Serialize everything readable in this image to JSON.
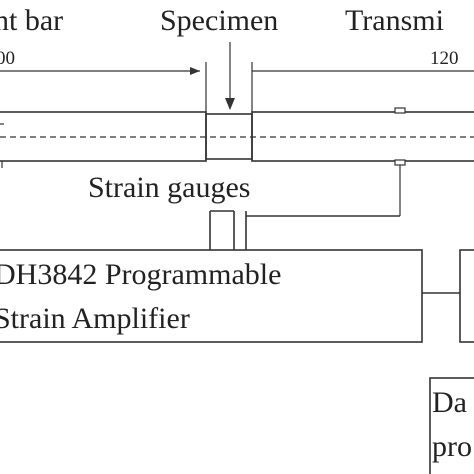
{
  "labels": {
    "incident_bar": "nt bar",
    "specimen": "Specimen",
    "transmitted_bar": "Transmi",
    "dim_left": "00",
    "dim_right": "120",
    "strain_gauges": "Strain gauges",
    "amplifier_line1": "DH3842 Programmable",
    "amplifier_line2": "Strain Amplifier",
    "data_line1": "Da",
    "data_line2": "pro"
  },
  "colors": {
    "line": "#333333",
    "text": "#222222",
    "background": "#ffffff"
  }
}
